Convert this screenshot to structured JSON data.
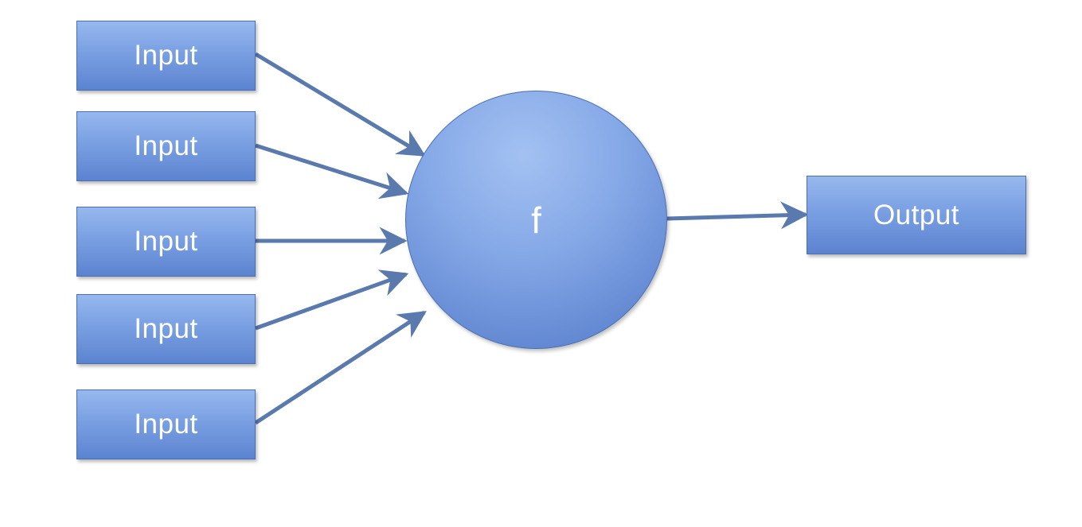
{
  "diagram": {
    "inputs": [
      "Input",
      "Input",
      "Input",
      "Input",
      "Input"
    ],
    "function_label": "f",
    "output_label": "Output"
  },
  "colors": {
    "node_fill": "#7aa0e3",
    "node_border": "#4a6fb3",
    "arrow": "#5a79ad",
    "text": "#ffffff"
  }
}
